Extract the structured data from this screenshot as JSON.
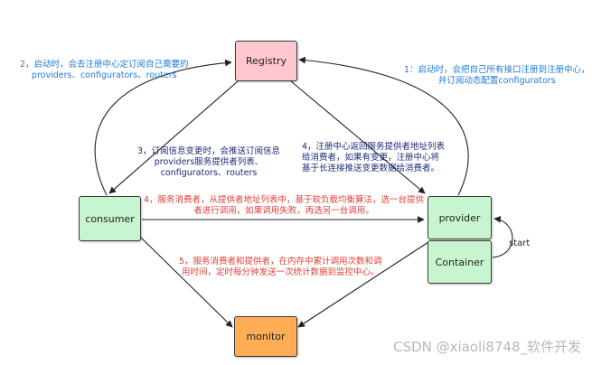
{
  "nodes": {
    "registry": "Registry",
    "consumer": "consumer",
    "provider": "provider",
    "container": "Container",
    "monitor": "monitor"
  },
  "labels": {
    "start": "start",
    "step0_line1": "2，启动时，会去注册中心定订阅自己需要的",
    "step0_line2": "providers、configurators、routers",
    "step1_line1": "1：启动时，会把自己所有接口注册到注册中心，",
    "step1_line2": "并订阅动态配置configurators",
    "step3_line1": "3，订阅信息变更时，会推送订阅信息",
    "step3_line2": "providers服务提供者列表、",
    "step3_line3": "configurators、routers",
    "step4a_line1": "4，注册中心返回服务提供者地址列表",
    "step4a_line2": "给消费者，如果有变更，注册中心将",
    "step4a_line3": "基于长连接推送变更数据给消费者。",
    "step4b_line1": "4，服务消费者，从提供者地址列表中，基于软负载均衡算法，选一台提供",
    "step4b_line2": "者进行调用，如果调用失败，再选另一台调用。",
    "step5_line1": "5，服务消费者和提供者，在内存中累计调用次数和调",
    "step5_line2": "用时间，定时每分钟发送一次统计数据到监控中心。"
  },
  "watermark": "CSDN @xiaoli8748_软件开发",
  "colors": {
    "registry_fill": "#ffc7ce",
    "consumer_fill": "#c6f5cf",
    "provider_fill": "#c6f5cf",
    "container_fill": "#c6f5cf",
    "monitor_fill": "#ffae55",
    "blue_text": "#1f7ad6",
    "red_text": "#e0403a",
    "dark_text": "#1b2a7a"
  }
}
